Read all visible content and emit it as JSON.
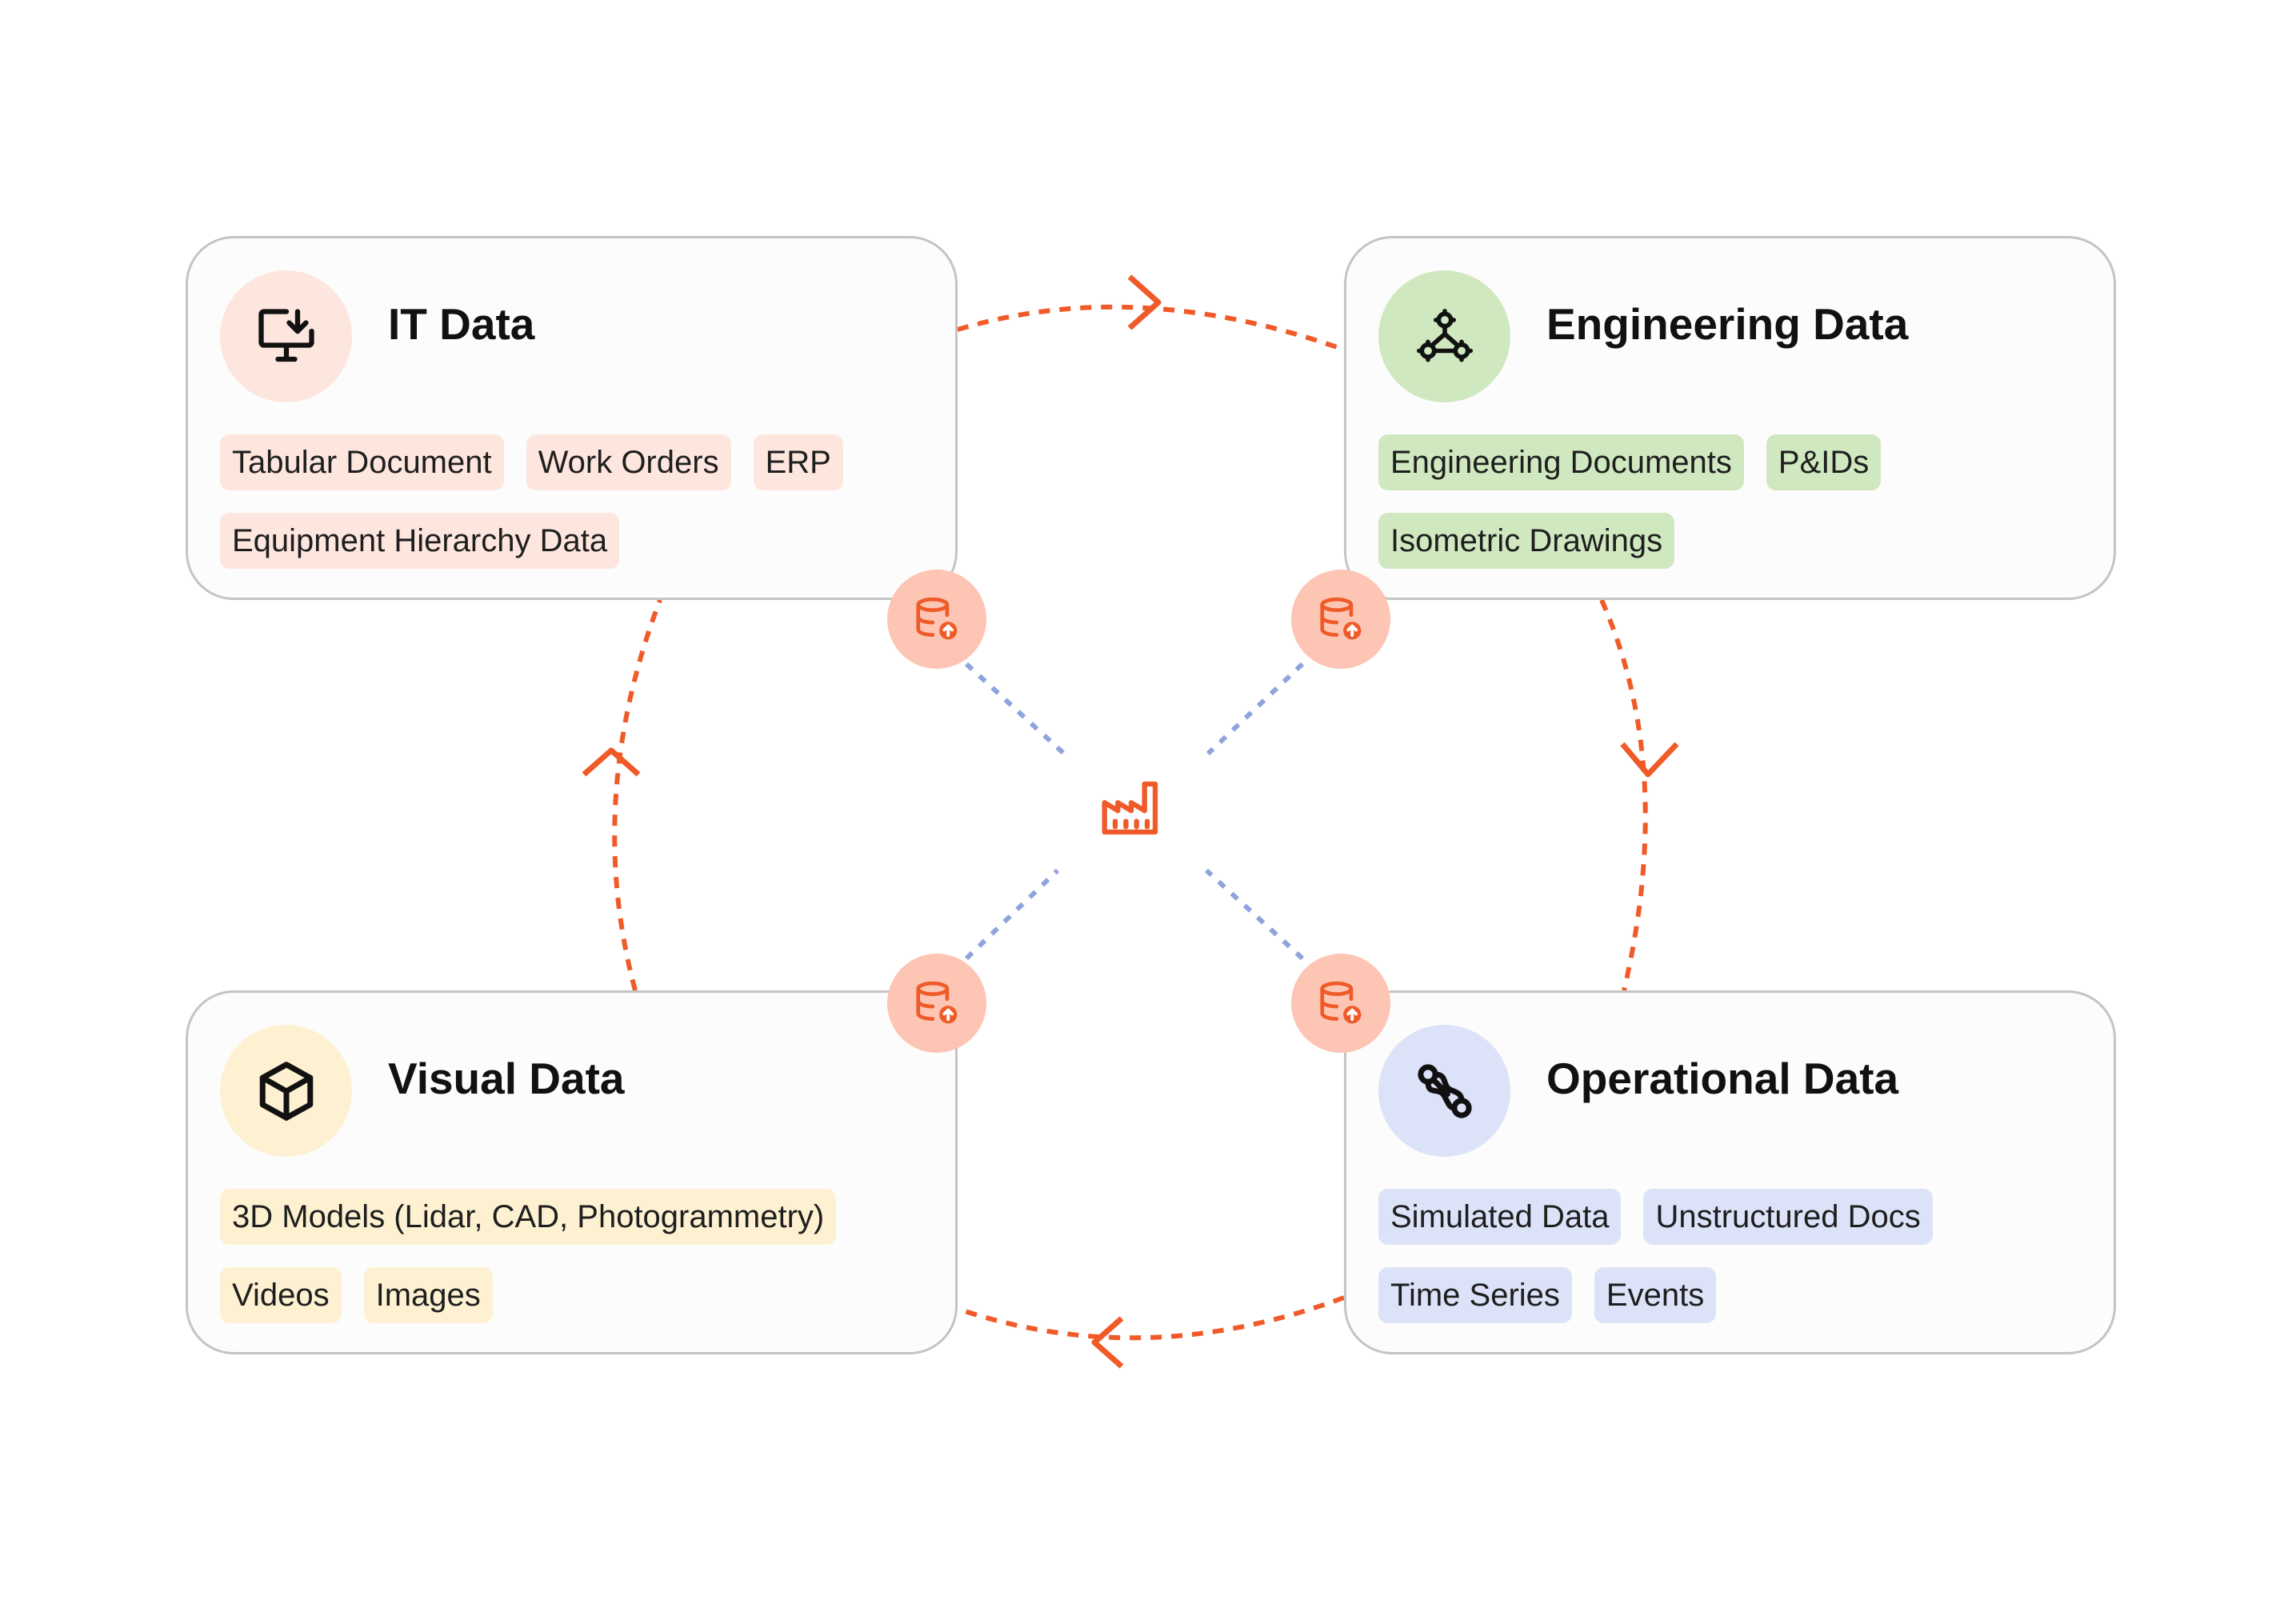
{
  "colors": {
    "accent": "#f05a28",
    "dotted_link": "#8fa3dc",
    "card_border": "#c4c4c4",
    "it_icon_bg": "#fde6dd",
    "eng_icon_bg": "#cfe8c0",
    "vis_icon_bg": "#fdf1d2",
    "ops_icon_bg": "#dce2f8",
    "db_node_bg": "#fcc5b4"
  },
  "center": {
    "icon": "factory-icon"
  },
  "nodes": [
    {
      "id": "it",
      "title": "IT Data",
      "icon": "monitor-download-icon",
      "tags": [
        "Tabular Document",
        "Work Orders",
        "ERP",
        "Equipment Hierarchy Data"
      ]
    },
    {
      "id": "engineering",
      "title": "Engineering Data",
      "icon": "gears-network-icon",
      "tags": [
        "Engineering Documents",
        "P&IDs",
        "Isometric Drawings"
      ]
    },
    {
      "id": "visual",
      "title": "Visual Data",
      "icon": "cube-icon",
      "tags": [
        "3D Models (Lidar, CAD, Photogrammetry)",
        "Videos",
        "Images"
      ]
    },
    {
      "id": "operational",
      "title": "Operational Data",
      "icon": "route-path-icon",
      "tags": [
        "Simulated Data",
        "Unstructured Docs",
        "Time Series",
        "Events"
      ]
    }
  ],
  "cycle": [
    "it",
    "engineering",
    "operational",
    "visual",
    "it"
  ],
  "db_nodes": {
    "icon": "database-upload-icon",
    "count": 4
  }
}
